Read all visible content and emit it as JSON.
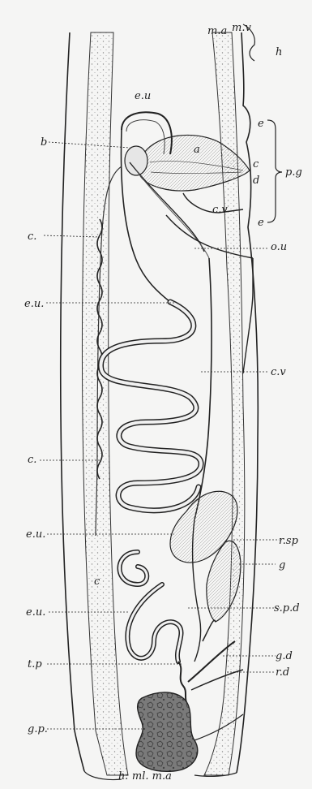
{
  "labels": {
    "ma_top": "m.a",
    "mv_top": "m.v",
    "h": "h",
    "eu_top": "e.u",
    "b": "b",
    "a": "a",
    "e_upper": "e",
    "c_small": "c",
    "d": "d",
    "pg": "p.g",
    "cv_upper": "c.v",
    "e_lower": "e",
    "ou": "o.u",
    "c_upper": "c.",
    "eu_mid": "e.u.",
    "cv_mid": "c.v",
    "c_lower": "c.",
    "eu_low": "e.u.",
    "rsp": "r.sp",
    "c_bottom": "c",
    "g": "g",
    "eu_bottom": "e.u.",
    "spd": "s.p.d",
    "tp": "t.p",
    "gd": "g.d",
    "rd": "r.d",
    "gp": "g.p.",
    "bottom_caption": "h: ml. m.a"
  }
}
